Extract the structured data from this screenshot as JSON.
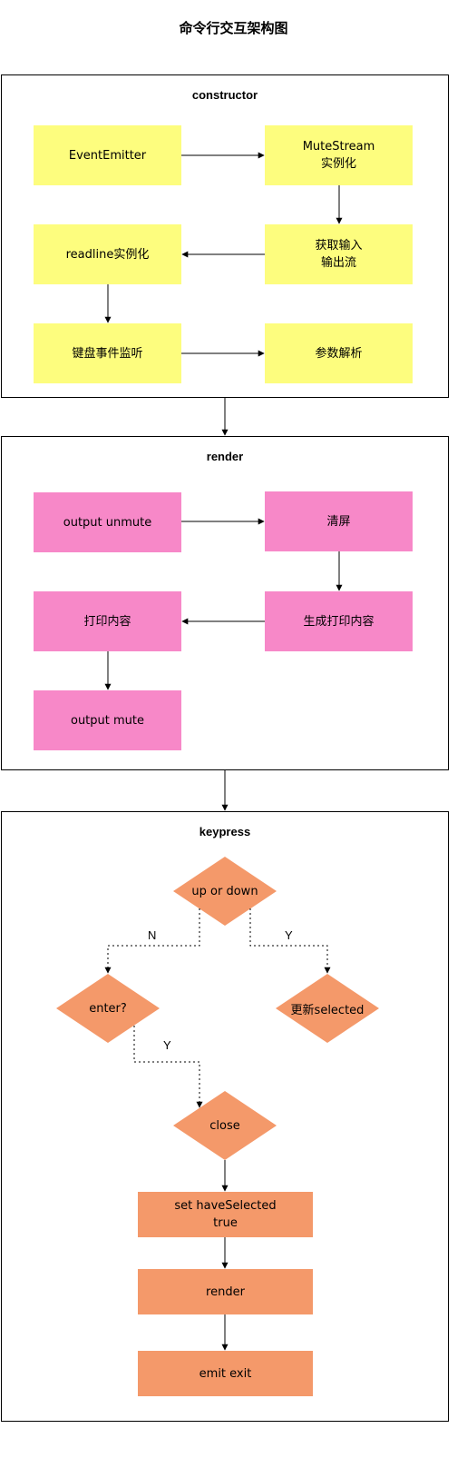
{
  "title": "命令行交互架构图",
  "groups": {
    "constructor": {
      "title": "constructor",
      "nodes": {
        "event_emitter": "EventEmitter",
        "mute_stream": "MuteStream\n实例化",
        "get_io_stream": "获取输入\n输出流",
        "readline": "readline实例化",
        "keyboard_listen": "键盘事件监听",
        "parse_args": "参数解析"
      }
    },
    "render": {
      "title": "render",
      "nodes": {
        "output_unmute": "output unmute",
        "clear_screen": "清屏",
        "gen_content": "生成打印内容",
        "print_content": "打印内容",
        "output_mute": "output mute"
      }
    },
    "keypress": {
      "title": "keypress",
      "nodes": {
        "up_or_down": "up or down",
        "enter": "enter?",
        "update_selected": "更新selected",
        "close": "close",
        "set_have_selected": "set haveSelected\ntrue",
        "render": "render",
        "emit_exit": "emit exit"
      },
      "edge_labels": {
        "no": "N",
        "yes_update": "Y",
        "yes_close": "Y"
      }
    }
  },
  "colors": {
    "constructor_fill": "#fdfd7e",
    "render_fill": "#f788c8",
    "keypress_fill": "#f4996a",
    "stroke": "#000000"
  }
}
